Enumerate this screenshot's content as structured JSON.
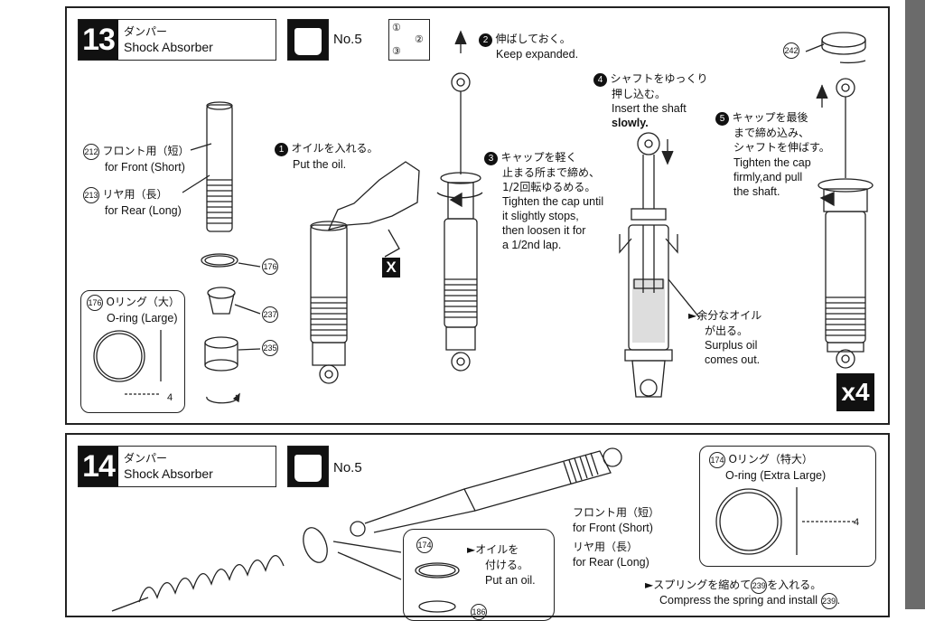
{
  "step13": {
    "number": "13",
    "title_jp": "ダンパー",
    "title_en": "Shock Absorber",
    "bag": "No.5",
    "order_icon": [
      "①",
      "②",
      "③"
    ],
    "part212_num": "212",
    "part212_jp": "フロント用（短）",
    "part212_en": "for Front (Short)",
    "part213_num": "213",
    "part213_jp": "リヤ用（長）",
    "part213_en": "for Rear (Long)",
    "callout_176": "176",
    "callout_237": "237",
    "callout_235": "235",
    "oring_num": "176",
    "oring_jp": "Oリング（大）",
    "oring_en": "O-ring (Large)",
    "oring_len": "4",
    "s1_num": "1",
    "s1_jp": "オイルを入れる。",
    "s1_en": "Put the oil.",
    "s1_x": "X",
    "s2_num": "2",
    "s2_jp": "伸ばしておく。",
    "s2_en": "Keep expanded.",
    "s3_num": "3",
    "s3_jp1": "キャップを軽く",
    "s3_jp2": "止まる所まで締め、",
    "s3_jp3": "1/2回転ゆるめる。",
    "s3_en1": "Tighten the cap until",
    "s3_en2": "it slightly stops,",
    "s3_en3": "then loosen it for",
    "s3_en4": "a 1/2nd lap.",
    "s4_num": "4",
    "s4_jp1": "シャフトをゆっくり",
    "s4_jp2": "押し込む。",
    "s4_en1": "Insert the shaft",
    "s4_en2": "slowly.",
    "surplus_jp1": "►余分なオイル",
    "surplus_jp2": "が出る。",
    "surplus_en1": "Surplus oil",
    "surplus_en2": "comes out.",
    "s5_num": "5",
    "s5_jp1": "キャップを最後",
    "s5_jp2": "まで締め込み、",
    "s5_jp3": "シャフトを伸ばす。",
    "s5_en1": "Tighten the cap",
    "s5_en2": "firmly,and pull",
    "s5_en3": "the shaft.",
    "callout_242": "242",
    "qty": "x4"
  },
  "step14": {
    "number": "14",
    "title_jp": "ダンパー",
    "title_en": "Shock Absorber",
    "bag": "No.5",
    "oring_num": "174",
    "oring_jp": "Oリング（特大）",
    "oring_en": "O-ring (Extra Large)",
    "oring_len": "4",
    "callout_174": "174",
    "callout_partial": "186",
    "oil_jp1": "►オイルを",
    "oil_jp2": "付ける。",
    "oil_en": "Put an oil.",
    "front_jp": "フロント用（短）",
    "front_en": "for Front (Short)",
    "rear_jp": "リヤ用（長）",
    "rear_en": "for Rear (Long)",
    "spring_jp": "►スプリングを縮めて",
    "spring_num": "239",
    "spring_jp_end": "を入れる。",
    "spring_en": "Compress the spring and install",
    "spring_en_end": "."
  }
}
